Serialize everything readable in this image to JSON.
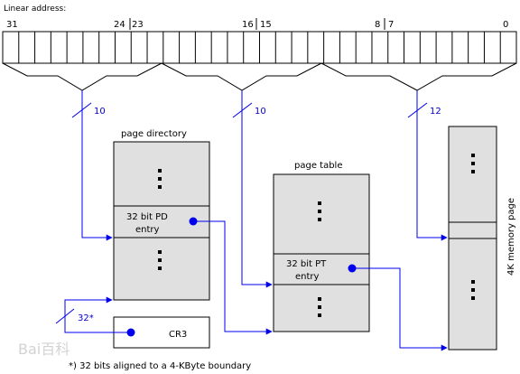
{
  "linear_address": {
    "label": "Linear address:",
    "bit_labels": [
      "31",
      "24",
      "23",
      "16",
      "15",
      "8",
      "7",
      "0"
    ],
    "field_widths": [
      "10",
      "10",
      "12"
    ]
  },
  "page_directory": {
    "title": "page directory",
    "entry_line1": "32 bit PD",
    "entry_line2": "entry"
  },
  "page_table": {
    "title": "page table",
    "entry_line1": "32 bit PT",
    "entry_line2": "entry"
  },
  "memory_page": {
    "label": "4K memory page"
  },
  "cr3": {
    "label": "CR3",
    "width": "32*"
  },
  "footnote": "*) 32 bits aligned to a 4-KByte boundary",
  "watermark": "Bai百科",
  "colors": {
    "box_fill": "#e0e0e0",
    "arrow": "#0000ee",
    "dot": "#0000ee"
  }
}
